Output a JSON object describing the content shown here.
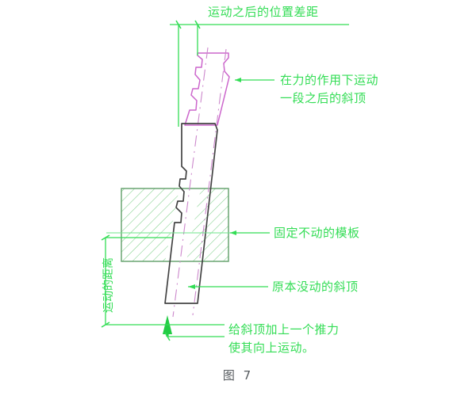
{
  "figure": {
    "caption": "图 7",
    "colors": {
      "annotation_green": "#33dd55",
      "moved_part_magenta": "#cc66cc",
      "original_part_dark": "#4a4a4a",
      "hatch_green": "#66cc77",
      "background": "#ffffff"
    }
  },
  "annotations": {
    "top_dimension": "运动之后的位置差距",
    "moved_lifter_line1": "在力的作用下运动",
    "moved_lifter_line2": "一段之后的斜顶",
    "fixed_template": "固定不动的模板",
    "original_lifter": "原本没动的斜顶",
    "push_force_line1": "给斜顶加上一个推力",
    "push_force_line2": "使其向上运动。",
    "travel_distance": "运动的距离"
  },
  "parts": {
    "moved_lifter_name": "moved-angle-lifter",
    "original_lifter_name": "original-angle-lifter",
    "template_block_name": "fixed-template-block",
    "force_arrow_name": "upward-force-arrow"
  }
}
